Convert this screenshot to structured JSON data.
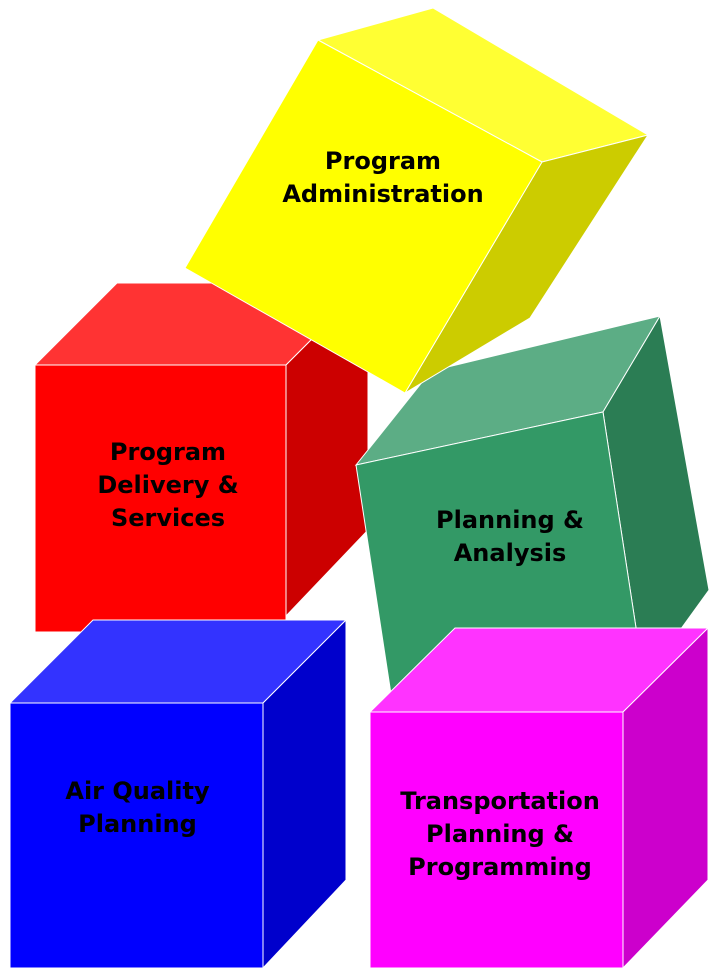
{
  "blocks": {
    "program_administration": {
      "lines": [
        "Program",
        "Administration"
      ],
      "colors": {
        "front": "#ffff00",
        "top": "#ffff33",
        "side": "#cccc00"
      }
    },
    "program_delivery": {
      "lines": [
        "Program",
        "Delivery &",
        "Services"
      ],
      "colors": {
        "front": "#ff0000",
        "top": "#ff3333",
        "side": "#cc0000"
      }
    },
    "planning_analysis": {
      "lines": [
        "Planning &",
        "Analysis"
      ],
      "colors": {
        "front": "#339966",
        "top": "#5cad85",
        "side": "#2b7d54"
      }
    },
    "air_quality": {
      "lines": [
        "Air Quality",
        "Planning"
      ],
      "colors": {
        "front": "#0000ff",
        "top": "#3333ff",
        "side": "#0000cc"
      }
    },
    "transportation": {
      "lines": [
        "Transportation",
        "Planning &",
        "Programming"
      ],
      "colors": {
        "front": "#ff00ff",
        "top": "#ff33ff",
        "side": "#cc00cc"
      }
    }
  }
}
